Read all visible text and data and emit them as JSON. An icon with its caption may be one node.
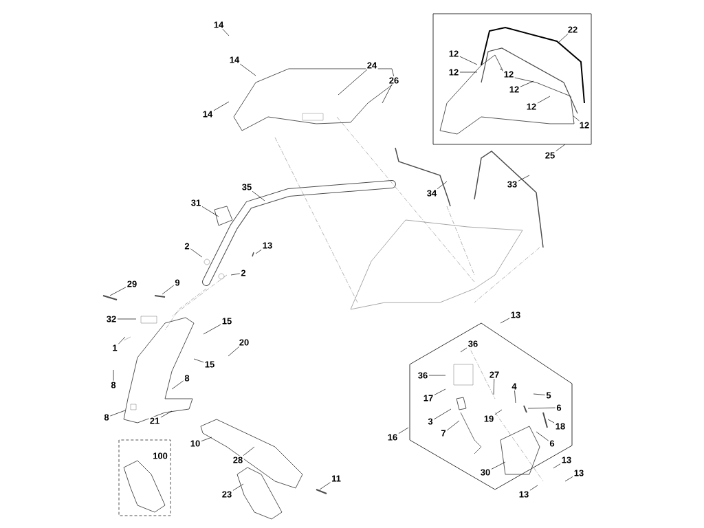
{
  "diagram": {
    "nodes": [
      {
        "text": [
          "14"
        ]
      },
      {
        "text": [
          "14"
        ]
      },
      {
        "text": [
          "14"
        ]
      },
      {
        "text": [
          "24"
        ]
      },
      {
        "text": [
          "26"
        ]
      },
      {
        "text": [
          "22"
        ]
      },
      {
        "text": [
          "12"
        ]
      },
      {
        "text": [
          "12"
        ]
      },
      {
        "text": [
          "12"
        ]
      },
      {
        "text": [
          "12"
        ]
      },
      {
        "text": [
          "12"
        ]
      },
      {
        "text": [
          "12"
        ]
      },
      {
        "text": [
          "25"
        ]
      },
      {
        "text": [
          "34"
        ]
      },
      {
        "text": [
          "33"
        ]
      },
      {
        "text": [
          "35"
        ]
      },
      {
        "text": [
          "31"
        ]
      },
      {
        "text": [
          "2"
        ]
      },
      {
        "text": [
          "13"
        ]
      },
      {
        "text": [
          "2"
        ]
      },
      {
        "text": [
          "29"
        ]
      },
      {
        "text": [
          "9"
        ]
      },
      {
        "text": [
          "32"
        ]
      },
      {
        "text": [
          "1"
        ]
      },
      {
        "text": [
          "15"
        ]
      },
      {
        "text": [
          "20"
        ]
      },
      {
        "text": [
          "15"
        ]
      },
      {
        "text": [
          "8"
        ]
      },
      {
        "text": [
          "8"
        ]
      },
      {
        "text": [
          "8"
        ]
      },
      {
        "text": [
          "21"
        ]
      },
      {
        "text": [
          "10"
        ]
      },
      {
        "text": [
          "28"
        ]
      },
      {
        "text": [
          "100"
        ]
      },
      {
        "text": [
          "23"
        ]
      },
      {
        "text": [
          "11"
        ]
      },
      {
        "text": [
          "13"
        ]
      },
      {
        "text": [
          "36"
        ]
      },
      {
        "text": [
          "36"
        ]
      },
      {
        "text": [
          "27"
        ]
      },
      {
        "text": [
          "4"
        ]
      },
      {
        "text": [
          "5"
        ]
      },
      {
        "text": [
          "6"
        ]
      },
      {
        "text": [
          "17"
        ]
      },
      {
        "text": [
          "3"
        ]
      },
      {
        "text": [
          "19"
        ]
      },
      {
        "text": [
          "18"
        ]
      },
      {
        "text": [
          "7"
        ]
      },
      {
        "text": [
          "6"
        ]
      },
      {
        "text": [
          "16"
        ]
      },
      {
        "text": [
          "30"
        ]
      },
      {
        "text": [
          "13"
        ]
      },
      {
        "text": [
          "13"
        ]
      },
      {
        "text": [
          "13"
        ]
      }
    ],
    "edges": [
      {
        "from": 0,
        "to": null,
        "arrow": "none"
      },
      {
        "from": 1,
        "to": null,
        "arrow": "none"
      },
      {
        "from": 2,
        "to": null,
        "arrow": "none"
      },
      {
        "from": 3,
        "to": null,
        "arrow": "none"
      },
      {
        "from": 4,
        "to": null,
        "arrow": "none"
      },
      {
        "from": 5,
        "to": null,
        "arrow": "none"
      },
      {
        "from": 6,
        "to": null,
        "arrow": "none"
      },
      {
        "from": 7,
        "to": null,
        "arrow": "none"
      },
      {
        "from": 8,
        "to": null,
        "arrow": "none"
      },
      {
        "from": 9,
        "to": null,
        "arrow": "none"
      },
      {
        "from": 10,
        "to": null,
        "arrow": "none"
      },
      {
        "from": 11,
        "to": null,
        "arrow": "none"
      },
      {
        "from": 12,
        "to": null,
        "arrow": "none"
      },
      {
        "from": 13,
        "to": null,
        "arrow": "none"
      },
      {
        "from": 14,
        "to": null,
        "arrow": "none"
      },
      {
        "from": 15,
        "to": null,
        "arrow": "none"
      },
      {
        "from": 16,
        "to": null,
        "arrow": "none"
      },
      {
        "from": 17,
        "to": null,
        "arrow": "none"
      },
      {
        "from": 18,
        "to": null,
        "arrow": "none"
      },
      {
        "from": 19,
        "to": null,
        "arrow": "none"
      },
      {
        "from": 20,
        "to": null,
        "arrow": "none"
      },
      {
        "from": 21,
        "to": null,
        "arrow": "none"
      },
      {
        "from": 22,
        "to": null,
        "arrow": "none"
      },
      {
        "from": 23,
        "to": null,
        "arrow": "none"
      },
      {
        "from": 24,
        "to": null,
        "arrow": "none"
      },
      {
        "from": 25,
        "to": null,
        "arrow": "none"
      },
      {
        "from": 26,
        "to": null,
        "arrow": "none"
      },
      {
        "from": 27,
        "to": null,
        "arrow": "none"
      },
      {
        "from": 28,
        "to": null,
        "arrow": "none"
      },
      {
        "from": 29,
        "to": null,
        "arrow": "none"
      },
      {
        "from": 30,
        "to": null,
        "arrow": "none"
      },
      {
        "from": 31,
        "to": null,
        "arrow": "none"
      },
      {
        "from": 32,
        "to": null,
        "arrow": "none"
      },
      {
        "from": 34,
        "to": null,
        "arrow": "none"
      },
      {
        "from": 35,
        "to": null,
        "arrow": "none"
      },
      {
        "from": 36,
        "to": null,
        "arrow": "none"
      },
      {
        "from": 37,
        "to": null,
        "arrow": "none"
      },
      {
        "from": 38,
        "to": null,
        "arrow": "none"
      },
      {
        "from": 39,
        "to": null,
        "arrow": "none"
      },
      {
        "from": 40,
        "to": null,
        "arrow": "none"
      },
      {
        "from": 41,
        "to": null,
        "arrow": "none"
      },
      {
        "from": 42,
        "to": null,
        "arrow": "none"
      },
      {
        "from": 43,
        "to": null,
        "arrow": "none"
      },
      {
        "from": 44,
        "to": null,
        "arrow": "none"
      },
      {
        "from": 45,
        "to": null,
        "arrow": "none"
      },
      {
        "from": 46,
        "to": null,
        "arrow": "none"
      },
      {
        "from": 47,
        "to": null,
        "arrow": "none"
      },
      {
        "from": 48,
        "to": null,
        "arrow": "none"
      },
      {
        "from": 49,
        "to": null,
        "arrow": "none"
      },
      {
        "from": 50,
        "to": null,
        "arrow": "none"
      },
      {
        "from": 51,
        "to": null,
        "arrow": "none"
      },
      {
        "from": 52,
        "to": null,
        "arrow": "none"
      },
      {
        "from": 53,
        "to": null,
        "arrow": "none"
      }
    ]
  }
}
